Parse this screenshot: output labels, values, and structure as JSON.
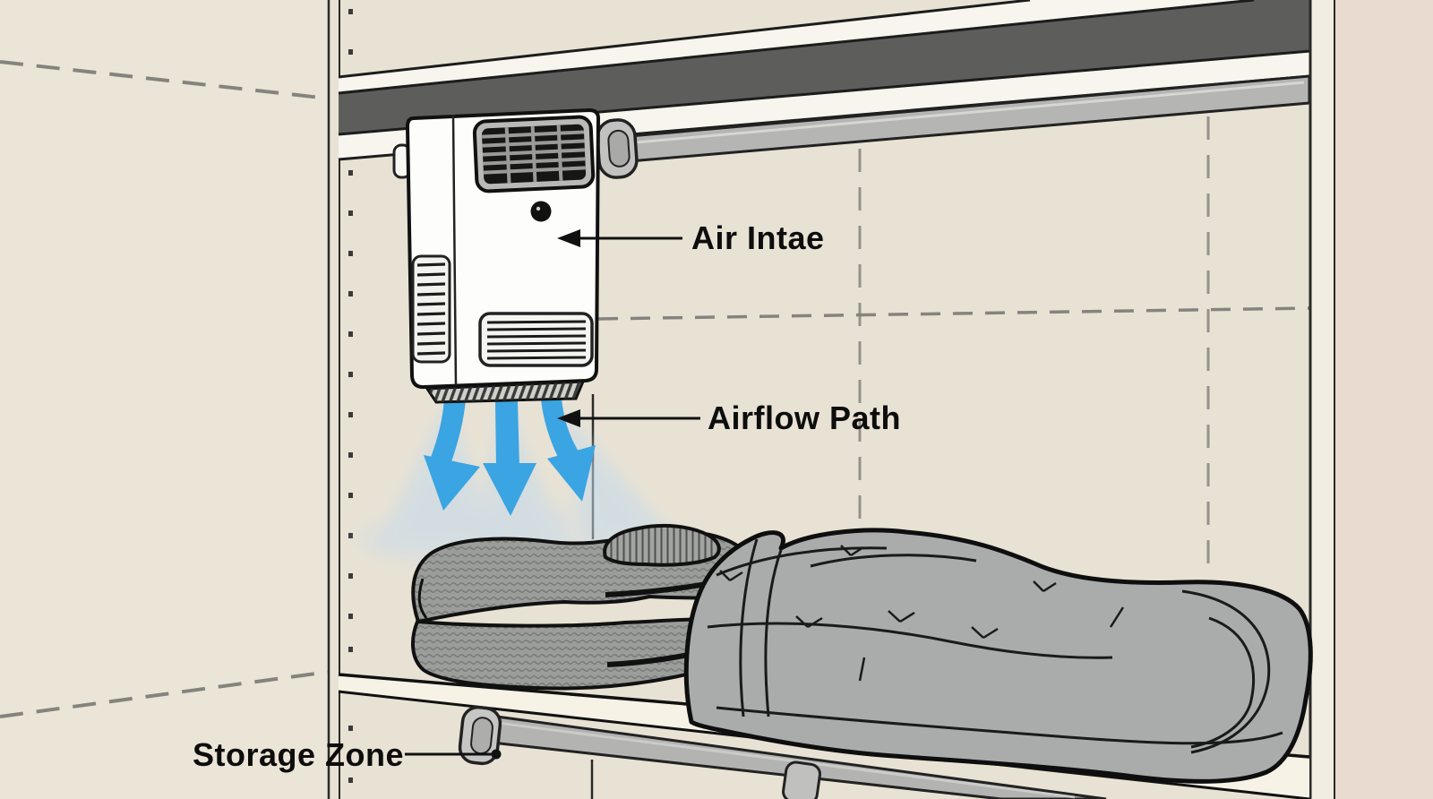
{
  "scene_title": "Closet drying unit airflow diagram",
  "labels": {
    "air_intake": {
      "text": "Air Intae"
    },
    "airflow_path": {
      "text": "Airflow Path"
    },
    "storage_zone": {
      "text": "Storage Zone"
    }
  },
  "icons": {
    "leader_arrow_icon": "left-pointing solid triangle",
    "leader_dot_icon": "filled circle endpoint",
    "airflow_arrow_icon": "thick blue downward curved arrow"
  },
  "colors": {
    "wall": "#e8e2d4",
    "left_wall": "#ebe5d7",
    "right_trim_strip": "#e9dbcf",
    "shelf_underside": "#5d5d5b",
    "shelf_face_white": "#f6f2e6",
    "rod_gray": "#b5b5b3",
    "device_body": "#fdfdfb",
    "grille_dark": "#161616",
    "airflow_blue": "#3ba4e2",
    "airflow_glow": "#c3daed",
    "sweater_gray": "#9b9d9b",
    "comforter_gray": "#a9acaa",
    "outline_black": "#111111",
    "dash_gray": "#84847e",
    "label_text": "#0d0d0d"
  }
}
